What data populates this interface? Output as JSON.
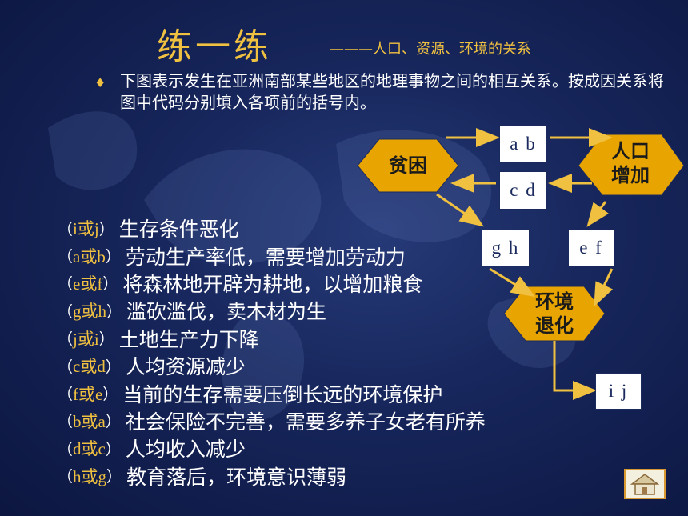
{
  "header": {
    "title": "练一练",
    "subtitle": "———人口、资源、环境的关系"
  },
  "instructions": {
    "bullet": "♦",
    "text": "下图表示发生在亚洲南部某些地区的地理事物之间的相互关系。按成因关系将图中代码分别填入各项前的括号内。"
  },
  "diagram": {
    "nodes": {
      "poverty": "贫困",
      "population_line1": "人口",
      "population_line2": "增加",
      "environment_line1": "环境",
      "environment_line2": "退化"
    },
    "boxes": {
      "ab": "a b",
      "cd": "c d",
      "gh": "g h",
      "ef": "e f",
      "ij": "i j"
    }
  },
  "items": [
    {
      "answer": "i或j",
      "text": "生存条件恶化"
    },
    {
      "answer": "a或b",
      "text": "劳动生产率低，需要增加劳动力"
    },
    {
      "answer": "e或f",
      "text": "将森林地开辟为耕地，以增加粮食"
    },
    {
      "answer": "g或h",
      "text": "滥砍滥伐，卖木材为生"
    },
    {
      "answer": "j或i",
      "text": "土地生产力下降"
    },
    {
      "answer": "c或d",
      "text": "人均资源减少"
    },
    {
      "answer": "f或e",
      "text": "当前的生存需要压倒长远的环境保护"
    },
    {
      "answer": "b或a",
      "text": "社会保险不完善，需要多养子女老有所养"
    },
    {
      "answer": "d或c",
      "text": "人均收入减少"
    },
    {
      "answer": "h或g",
      "text": "教育落后，环境意识薄弱"
    }
  ],
  "paren_open": "（",
  "paren_close": "）",
  "colors": {
    "accent": "#f0c040",
    "hexagon": "#e8a400",
    "arrow": "#f0c040",
    "background": "#16255a"
  },
  "icons": {
    "home": "home-icon"
  }
}
